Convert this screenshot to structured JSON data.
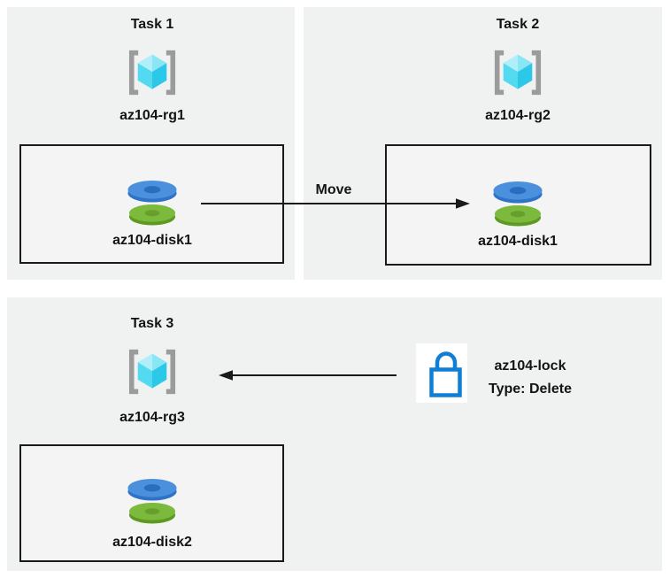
{
  "colors": {
    "panel-bg": "#f0f1f1",
    "box-bg": "#f4f4f5",
    "box-border": "#1a1a1a",
    "arrow": "#1a1a1a",
    "text": "#141414",
    "bracket-gray": "#9b9b9b",
    "cube-top-left": "#b0effa",
    "cube-top-right": "#8ae6f5",
    "cube-left": "#54daf0",
    "cube-right": "#2bc8e7",
    "disk-blue-top": "#4a90dc",
    "disk-blue-side": "#2e73c6",
    "disk-blue-hole": "#2a6cbe",
    "disk-green-top": "#7cba3e",
    "disk-green-side": "#5e9a21",
    "disk-green-hole": "#669f2b",
    "lock-blue": "#0f7ed6",
    "lock-bg": "#ffffff"
  },
  "tasks": [
    {
      "title": "Task 1",
      "resource_group": "az104-rg1",
      "disk": "az104-disk1"
    },
    {
      "title": "Task 2",
      "resource_group": "az104-rg2",
      "disk": "az104-disk1"
    },
    {
      "title": "Task 3",
      "resource_group": "az104-rg3",
      "disk": "az104-disk2"
    }
  ],
  "arrows": {
    "move_label": "Move"
  },
  "lock": {
    "name": "az104-lock",
    "type": "Type: Delete"
  },
  "icons": {
    "resource_group": "azure-resource-group-icon (gray brackets with cyan cube)",
    "disk": "azure-disk-icon (blue disk stacked on green disk)",
    "lock": "lock-icon (blue padlock outline on white square)"
  }
}
